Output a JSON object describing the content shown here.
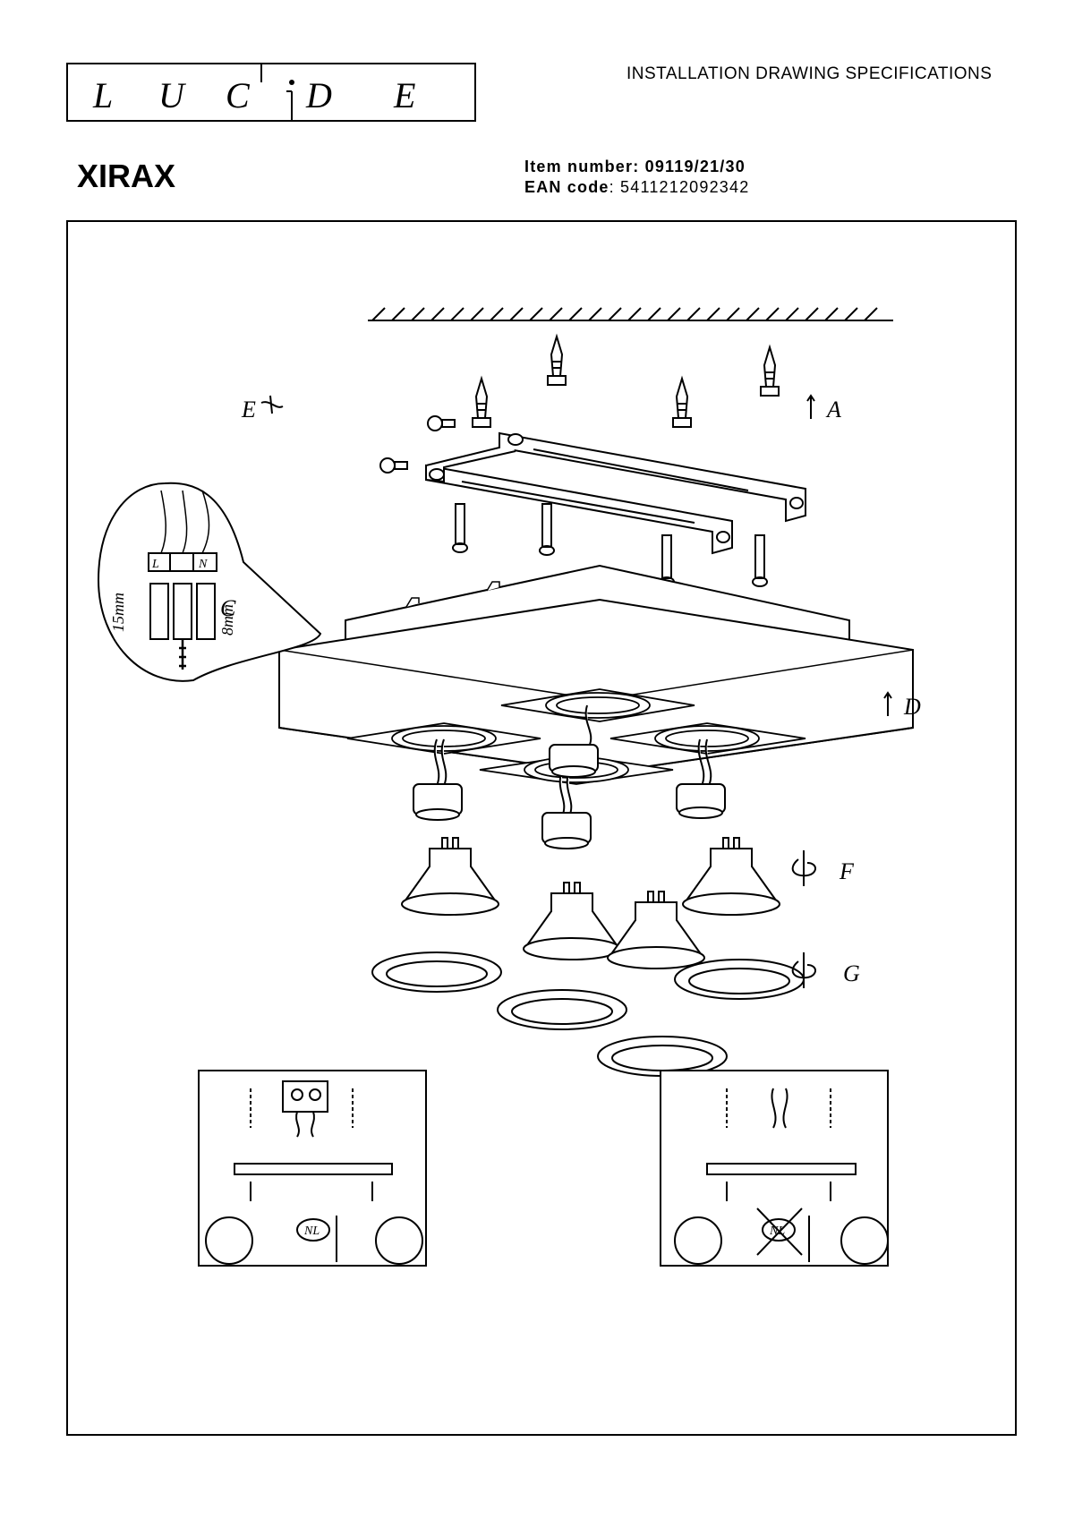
{
  "header": {
    "logo_text": "LUCIDE",
    "spec_title": "INSTALLATION DRAWING SPECIFICATIONS",
    "product_name": "XIRAX",
    "item_number_label": "Item number:",
    "item_number_value": "09119/21/30",
    "ean_label": "EAN code",
    "ean_value": ": 5411212092342"
  },
  "drawing": {
    "step_labels": {
      "a": "A",
      "c": "C",
      "d": "D",
      "e": "E",
      "f": "F",
      "g": "G"
    },
    "wiring_detail": {
      "terminal_labels": [
        "L",
        "N"
      ],
      "strip_length": "15mm",
      "core_strip": "8mm"
    },
    "mounting_notes": {
      "left_badge": "NL",
      "right_badge": "NL"
    }
  }
}
